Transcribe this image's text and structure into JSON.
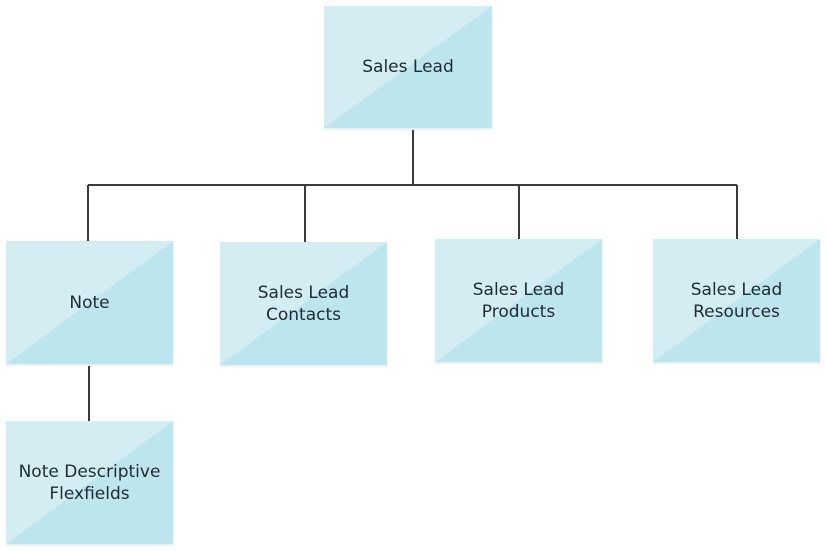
{
  "nodes": {
    "root": "Sales Lead",
    "note": "Note",
    "contacts": "Sales Lead Contacts",
    "products": "Sales Lead Products",
    "resources": "Sales Lead Resources",
    "note_flex": "Note Descriptive Flexfields"
  }
}
